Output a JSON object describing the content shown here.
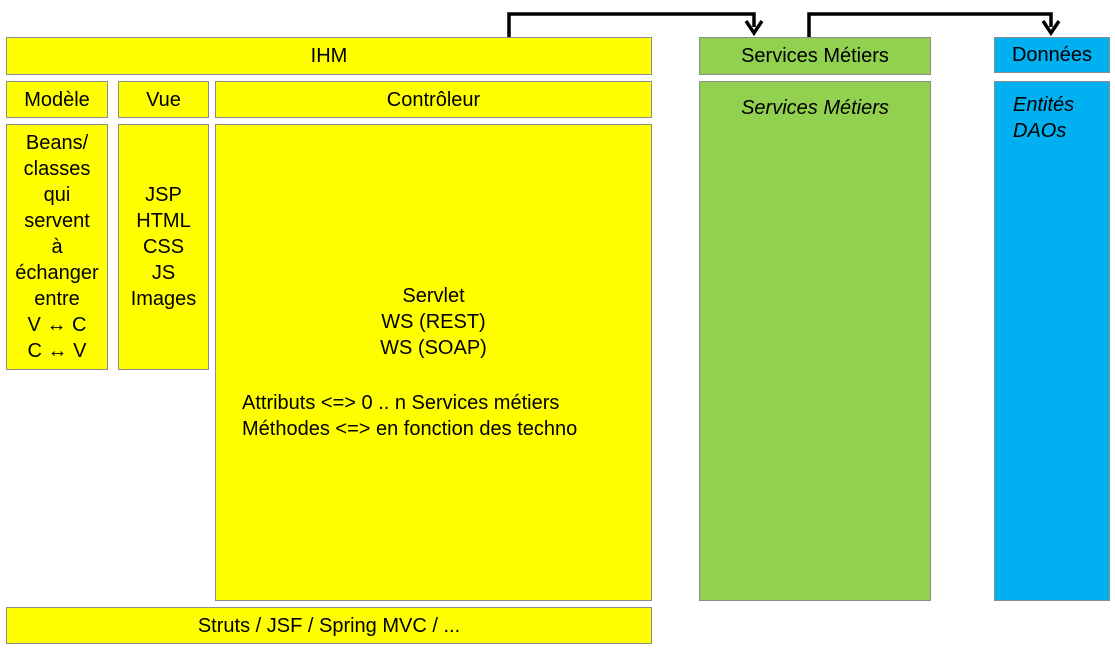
{
  "ihm": {
    "title": "IHM",
    "modele": {
      "header": "Modèle",
      "body": "Beans/\nclasses\nqui\nservent\nà\néchanger\nentre\nV ↔ C\nC ↔ V"
    },
    "vue": {
      "header": "Vue",
      "body": "JSP\nHTML\nCSS\nJS\nImages"
    },
    "controleur": {
      "header": "Contrôleur",
      "body_center": "Servlet\nWS (REST)\nWS (SOAP)",
      "body_attrs": "Attributs <=> 0 .. n Services métiers\nMéthodes <=> en fonction des techno"
    },
    "frameworks": "Struts / JSF / Spring MVC / ..."
  },
  "services": {
    "header": "Services Métiers",
    "body": "Services Métiers"
  },
  "donnees": {
    "header": "Données",
    "body": "Entités\nDAOs"
  },
  "colors": {
    "ihm": "#ffff00",
    "services": "#92d050",
    "donnees": "#00b0f0",
    "arrow": "#000000"
  }
}
